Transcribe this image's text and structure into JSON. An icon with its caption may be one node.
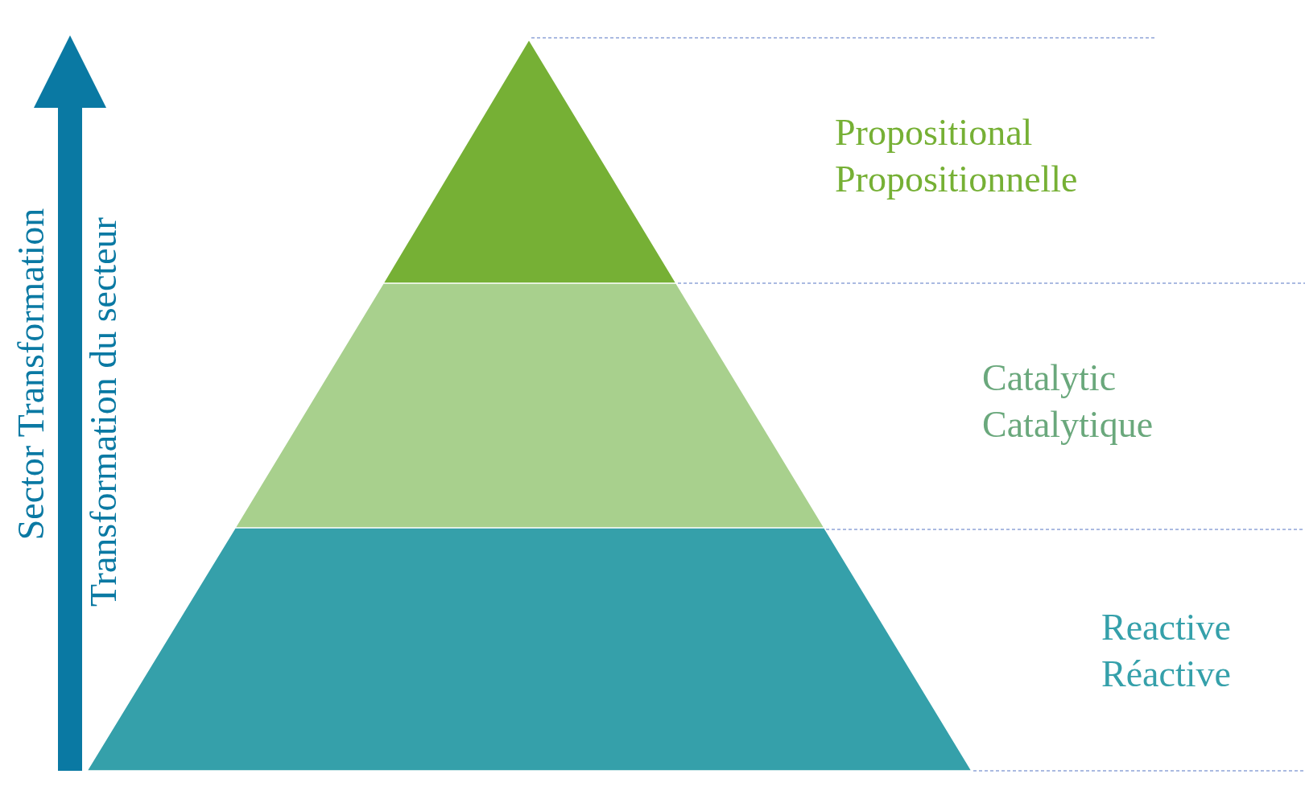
{
  "diagram": {
    "nodes": [
      {
        "text": [],
        "shape": "triangle",
        "beside": [
          "Propositional",
          "Propositionnelle"
        ]
      },
      {
        "text": [],
        "shape": "trapezoid",
        "beside": [
          "Catalytic",
          "Catalytique"
        ]
      },
      {
        "text": [],
        "shape": "trapezoid",
        "beside": [
          "Reactive",
          "Réactive"
        ]
      }
    ],
    "edges": [],
    "labels": [
      "Sector Transformation",
      "Transformation du secteur"
    ]
  }
}
